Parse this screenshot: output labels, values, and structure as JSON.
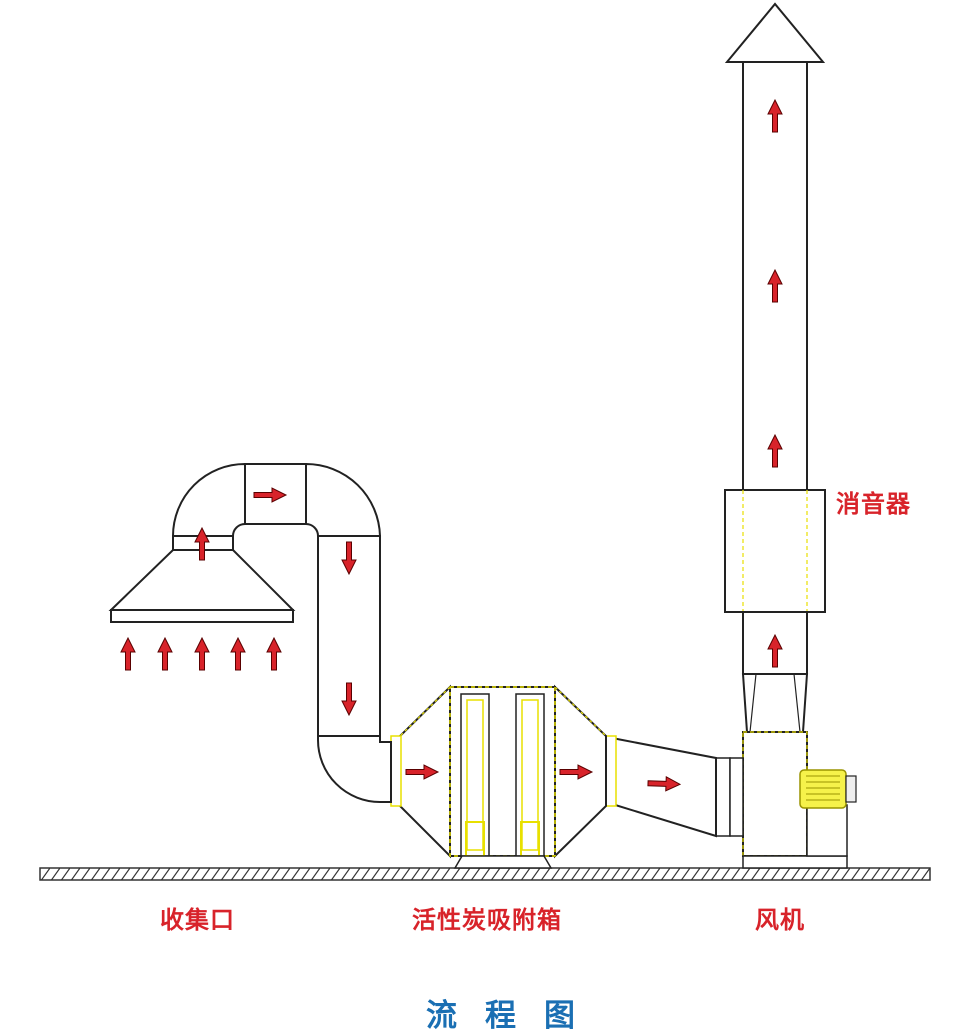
{
  "labels": {
    "collector": "收集口",
    "adsorber": "活性炭吸附箱",
    "fan": "风机",
    "silencer": "消音器"
  },
  "title": "流程图",
  "colors": {
    "arrow": "#d8232a",
    "label": "#d8232a",
    "title": "#1a6fb3",
    "accent_yellow": "#e8e000",
    "line": "#222222"
  }
}
